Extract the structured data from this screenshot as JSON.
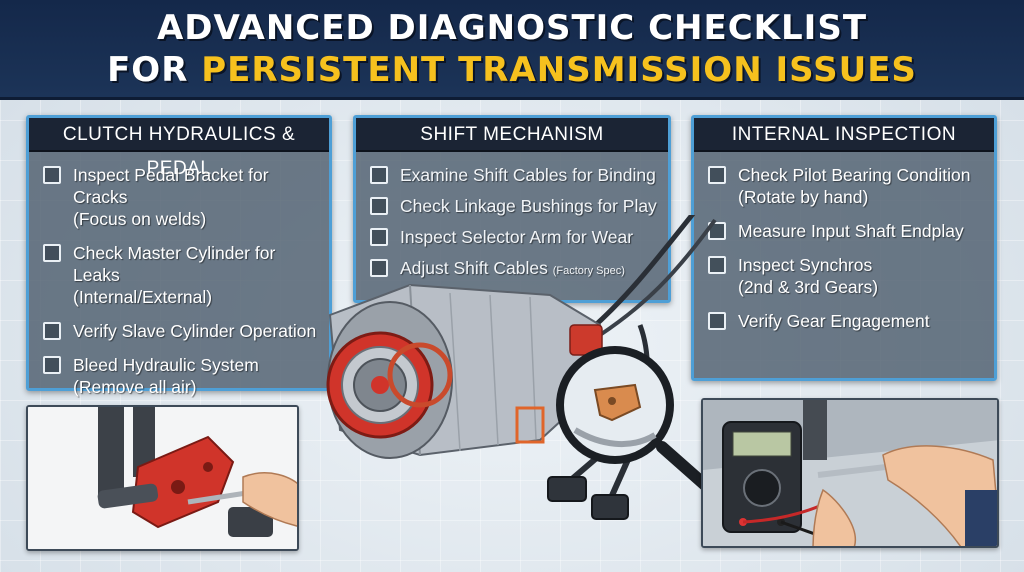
{
  "header": {
    "title_line1": "ADVANCED DIAGNOSTIC CHECKLIST",
    "title_prefix": "FOR",
    "title_accent": "PERSISTENT TRANSMISSION ISSUES"
  },
  "panels": {
    "clutch": {
      "title": "CLUTCH HYDRAULICS & PEDAL",
      "items": [
        {
          "line1": "Inspect Pedal Bracket for Cracks",
          "line2": "(Focus on welds)"
        },
        {
          "line1": "Check Master Cylinder for Leaks",
          "line2": "(Internal/External)"
        },
        {
          "line1": "Verify Slave Cylinder Operation"
        },
        {
          "line1": "Bleed Hydraulic System",
          "line2": "(Remove all air)"
        }
      ]
    },
    "shift": {
      "title": "SHIFT MECHANISM",
      "items": [
        {
          "line1": "Examine Shift Cables for Binding"
        },
        {
          "line1": "Check Linkage Bushings for Play"
        },
        {
          "line1": "Inspect Selector Arm for Wear"
        },
        {
          "line1": "Adjust Shift Cables",
          "note": "(Factory Spec)"
        }
      ]
    },
    "internal": {
      "title": "INTERNAL INSPECTION",
      "items": [
        {
          "line1": "Check Pilot Bearing Condition",
          "line2": "(Rotate by hand)"
        },
        {
          "line1": "Measure Input Shaft Endplay"
        },
        {
          "line1": "Inspect Synchros",
          "line2": "(2nd & 3rd Gears)"
        },
        {
          "line1": "Verify Gear Engagement"
        }
      ]
    }
  },
  "colors": {
    "banner": "#1c3458",
    "accent_yellow": "#f6c11e",
    "panel_border": "#4e9fd6",
    "clutch_red": "#d0342a",
    "highlight_orange": "#e0652a"
  },
  "icons": [
    "checkbox-icon",
    "magnifier-icon"
  ]
}
